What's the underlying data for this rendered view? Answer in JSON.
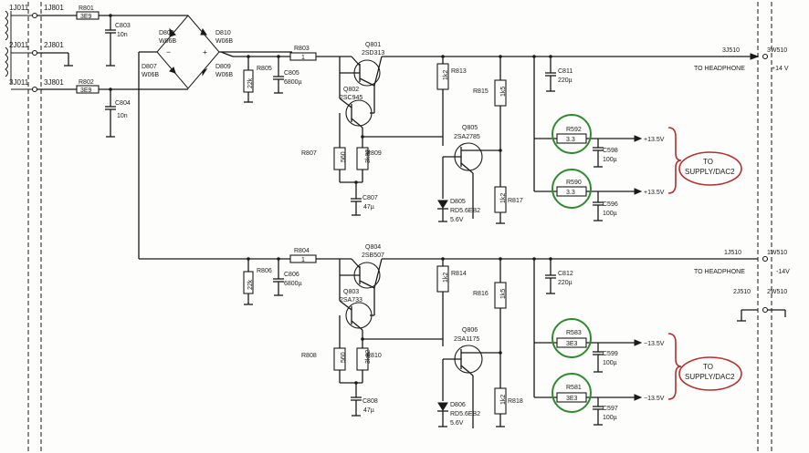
{
  "connectors": {
    "j011_1": "1J011",
    "j011_2": "2J011",
    "j011_3": "3J011",
    "j801_1": "1J801",
    "j801_2": "2J801",
    "j801_3": "3J801",
    "j510_3": "3J510",
    "w510_3": "3W510",
    "j510_1": "1J510",
    "w510_1": "1W510",
    "j510_2": "2J510",
    "w510_2": "2W510"
  },
  "input": {
    "r801": {
      "ref": "R801",
      "value": "3E9"
    },
    "r802": {
      "ref": "R802",
      "value": "3E9"
    },
    "c803": {
      "ref": "C803",
      "value": "10n"
    },
    "c804": {
      "ref": "C804",
      "value": "10n"
    },
    "d808": {
      "ref": "D808",
      "value": "W06B"
    },
    "d810": {
      "ref": "D810",
      "value": "W06B"
    },
    "d807": {
      "ref": "D807",
      "value": "W06B"
    },
    "d809": {
      "ref": "D809",
      "value": "W06B"
    },
    "bridge_plus": "+",
    "bridge_minus": "−"
  },
  "upper": {
    "r803": {
      "ref": "R803",
      "value": "1"
    },
    "r805": {
      "ref": "R805",
      "value": "22k"
    },
    "c805": {
      "ref": "C805",
      "value": "6800µ"
    },
    "q801": {
      "ref": "Q801",
      "type": "2SD313"
    },
    "q802": {
      "ref": "Q802",
      "type": "2SC945"
    },
    "r807": {
      "ref": "R807",
      "value": "560"
    },
    "r809": {
      "ref": "R809",
      "value": "3k82"
    },
    "c807": {
      "ref": "C807",
      "value": "47µ"
    },
    "r813": {
      "ref": "R813",
      "value": "1k2"
    },
    "q805": {
      "ref": "Q805",
      "type": "2SA2785"
    },
    "d805": {
      "ref": "D805",
      "type": "RD5.6EB2",
      "voltage": "5.6V"
    },
    "r815": {
      "ref": "R815",
      "value": "1k5"
    },
    "r817": {
      "ref": "R817",
      "value": "1k2"
    },
    "c811": {
      "ref": "C811",
      "value": "220µ"
    },
    "r592": {
      "ref": "R592",
      "value": "3.3"
    },
    "c598": {
      "ref": "C598",
      "value": "100µ"
    },
    "r590": {
      "ref": "R590",
      "value": "3.3"
    },
    "c596": {
      "ref": "C596",
      "value": "100µ"
    },
    "out1": "+13.5V",
    "out2": "+13.5V",
    "headphone": "TO HEADPHONE",
    "rail": "+14 V",
    "to_label": "TO",
    "supply_label": "SUPPLY/DAC2"
  },
  "lower": {
    "r804": {
      "ref": "R804",
      "value": "1"
    },
    "r806": {
      "ref": "R806",
      "value": "22k"
    },
    "c806": {
      "ref": "C806",
      "value": "6800µ"
    },
    "q804": {
      "ref": "Q804",
      "type": "2SB507"
    },
    "q803": {
      "ref": "Q803",
      "type": "2SA733"
    },
    "r808": {
      "ref": "R808",
      "value": "560"
    },
    "r810": {
      "ref": "R810",
      "value": "3k82"
    },
    "c808": {
      "ref": "C808",
      "value": "47µ"
    },
    "r814": {
      "ref": "R814",
      "value": "1k2"
    },
    "q806": {
      "ref": "Q806",
      "type": "2SA1175"
    },
    "d806": {
      "ref": "D806",
      "type": "RD5.6EB2",
      "voltage": "5.6V"
    },
    "r816": {
      "ref": "R816",
      "value": "1k5"
    },
    "r818": {
      "ref": "R818",
      "value": "1k2"
    },
    "c812": {
      "ref": "C812",
      "value": "220µ"
    },
    "r583": {
      "ref": "R583",
      "value": "3E3"
    },
    "c599": {
      "ref": "C599",
      "value": "100µ"
    },
    "r581": {
      "ref": "R581",
      "value": "3E3"
    },
    "c597": {
      "ref": "C597",
      "value": "100µ"
    },
    "out1": "−13.5V",
    "out2": "−13.5V",
    "headphone": "TO HEADPHONE",
    "rail": "-14V",
    "to_label": "TO",
    "supply_label": "SUPPLY/DAC2"
  },
  "colors": {
    "ink": "#1a1a1a",
    "highlight_green": "#2f8a2f",
    "highlight_red": "#b23030",
    "paper": "#fdfdfb"
  }
}
